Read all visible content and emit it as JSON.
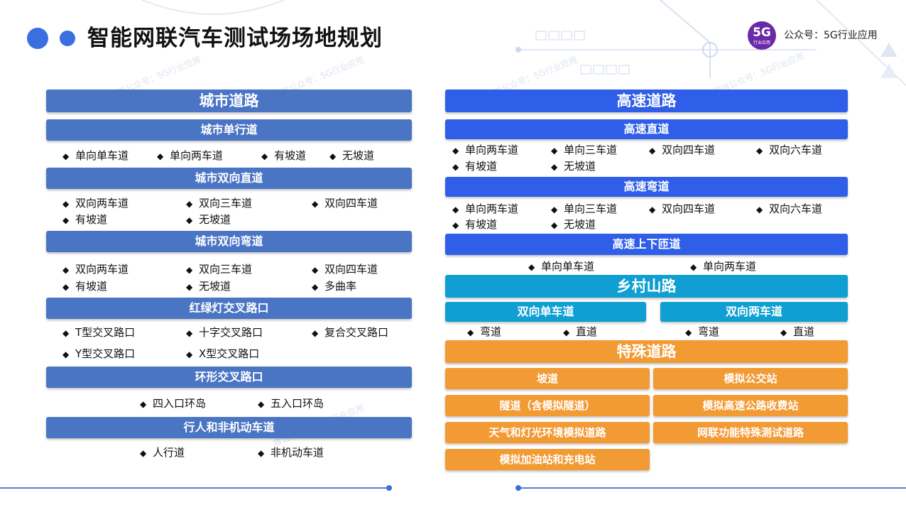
{
  "header": {
    "title": "智能网联汽车测试场场地规划",
    "logo_big": "5G",
    "logo_small": "行业应用",
    "account": "公众号：5G行业应用"
  },
  "watermark": "微信公众号：5G行业应用",
  "left": {
    "urban": "城市道路",
    "oneway": {
      "title": "城市单行道",
      "items": [
        "单向单车道",
        "单向两车道",
        "有坡道",
        "无坡道"
      ]
    },
    "twoway_straight": {
      "title": "城市双向直道",
      "items": [
        "双向两车道",
        "双向三车道",
        "双向四车道",
        "有坡道",
        "无坡道"
      ]
    },
    "twoway_curve": {
      "title": "城市双向弯道",
      "items": [
        "双向两车道",
        "双向三车道",
        "双向四车道",
        "有坡道",
        "无坡道",
        "多曲率"
      ]
    },
    "traffic_light": {
      "title": "红绿灯交叉路口",
      "items": [
        "T型交叉路口",
        "十字交叉路口",
        "复合交叉路口",
        "Y型交叉路口",
        "X型交叉路口"
      ]
    },
    "roundabout": {
      "title": "环形交叉路口",
      "items": [
        "四入口环岛",
        "五入口环岛"
      ]
    },
    "pedestrian": {
      "title": "行人和非机动车道",
      "items": [
        "人行道",
        "非机动车道"
      ]
    }
  },
  "right": {
    "highway": "高速道路",
    "straight": {
      "title": "高速直道",
      "items": [
        "单向两车道",
        "单向三车道",
        "双向四车道",
        "双向六车道",
        "有坡道",
        "无坡道"
      ]
    },
    "curve": {
      "title": "高速弯道",
      "items": [
        "单向两车道",
        "单向三车道",
        "双向四车道",
        "双向六车道",
        "有坡道",
        "无坡道"
      ]
    },
    "ramp": {
      "title": "高速上下匝道",
      "items": [
        "单向单车道",
        "单向两车道"
      ]
    },
    "rural": "乡村山路",
    "rural_single": {
      "title": "双向单车道",
      "items": [
        "弯道",
        "直道"
      ]
    },
    "rural_double": {
      "title": "双向两车道",
      "items": [
        "弯道",
        "直道"
      ]
    },
    "special": "特殊道路",
    "special_items": [
      "坡道",
      "模拟公交站",
      "隧道（含模拟隧道）",
      "模拟高速公路收费站",
      "天气和灯光环境模拟道路",
      "网联功能特殊测试道路",
      "模拟加油站和充电站"
    ]
  },
  "colors": {
    "steel": "#4a74c4",
    "blue": "#2f5ee8",
    "cyan": "#0f9fd2",
    "orange": "#f29a33"
  }
}
